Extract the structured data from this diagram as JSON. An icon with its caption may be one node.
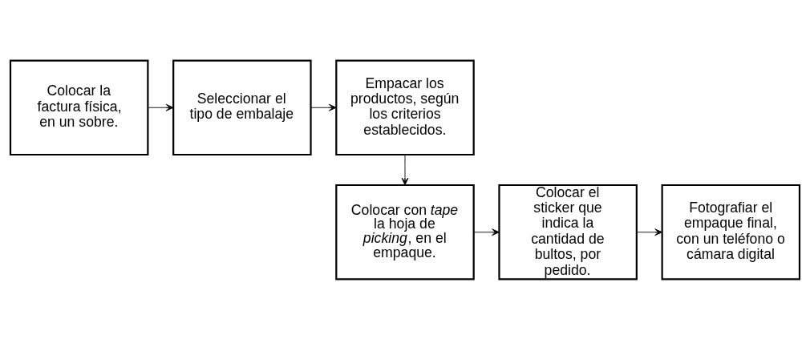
{
  "diagram": {
    "nodes": [
      {
        "text": [
          "Colocar la factura física, en un sobre."
        ]
      },
      {
        "text": [
          "Seleccionar el tipo de embalaje"
        ]
      },
      {
        "text": [
          "Empacar los productos, según los criterios establecidos."
        ]
      },
      {
        "text": [
          "Colocar con *tape* la hoja de *picking*, en el empaque."
        ]
      },
      {
        "text": [
          "Colocar el sticker que indica la cantidad de bultos, por pedido."
        ]
      },
      {
        "text": [
          "Fotografiar el empaque final, con un teléfono o cámara digital"
        ]
      }
    ],
    "edges": [
      {
        "from": 0,
        "to": 1,
        "arrow": "to"
      },
      {
        "from": 1,
        "to": 2,
        "arrow": "to"
      },
      {
        "from": 2,
        "to": 3,
        "arrow": "to"
      },
      {
        "from": 3,
        "to": 4,
        "arrow": "to"
      },
      {
        "from": 4,
        "to": 5,
        "arrow": "to"
      }
    ]
  }
}
